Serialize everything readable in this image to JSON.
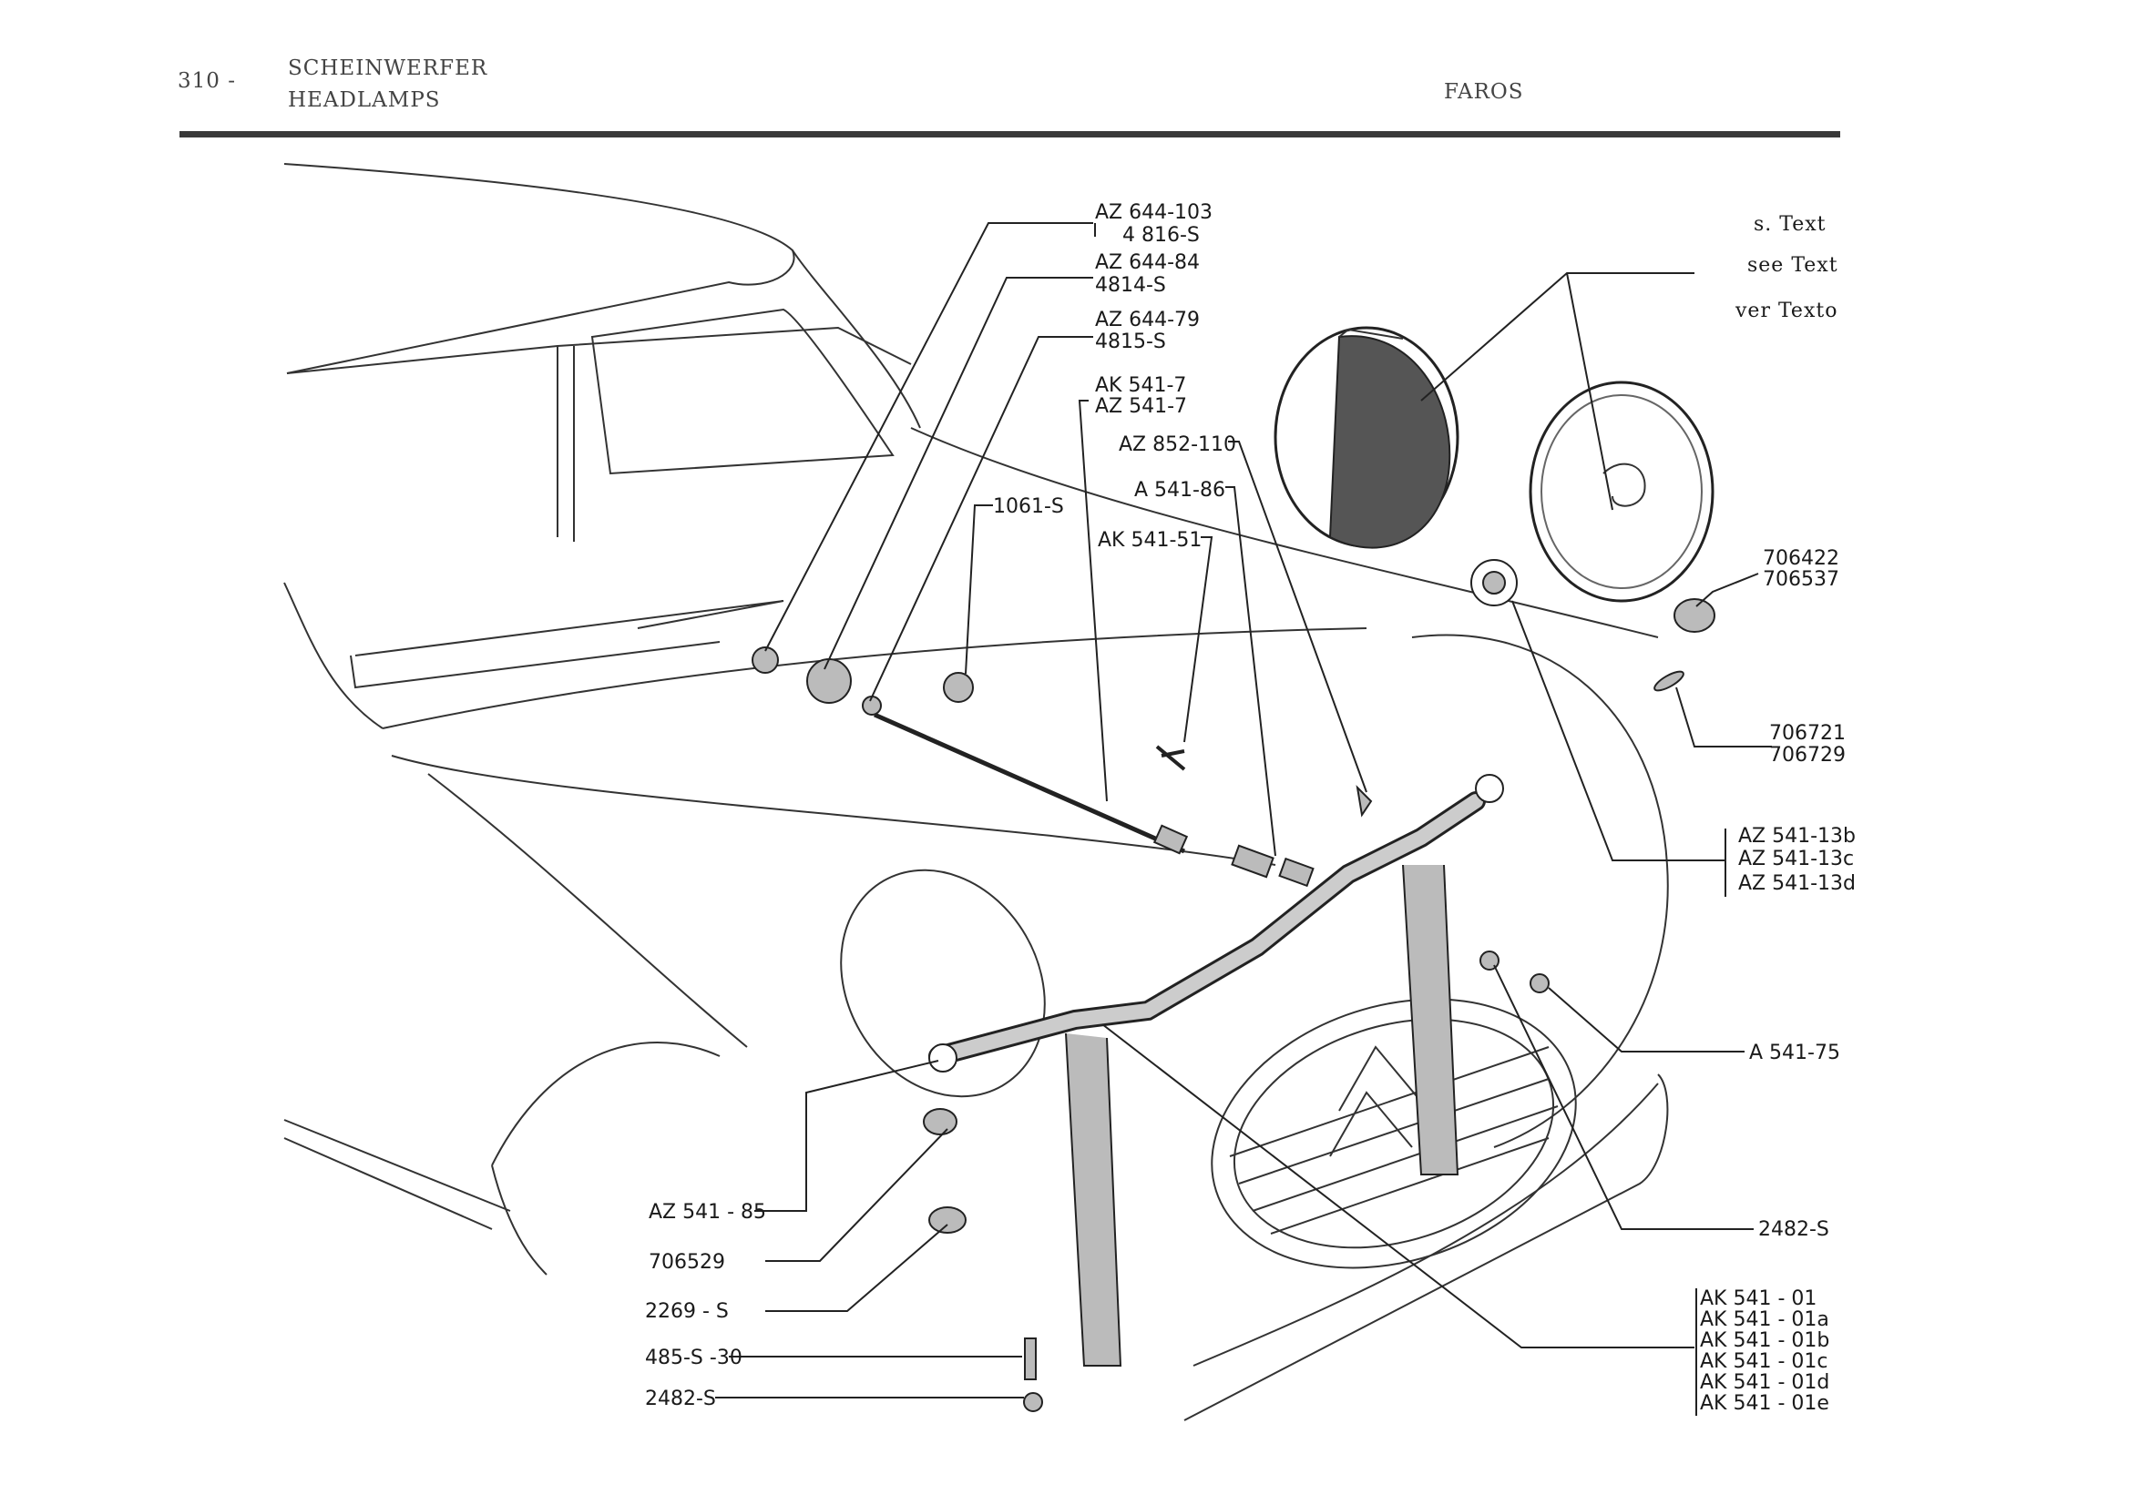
{
  "header": {
    "page_number": "310 -",
    "title_de": "SCHEINWERFER",
    "title_en": "HEADLAMPS",
    "title_es": "FAROS"
  },
  "notes": {
    "line1": "s. Text",
    "line2": "see Text",
    "line3": "ver Texto"
  },
  "labels": {
    "az644_103": "AZ 644-103",
    "n4816s": "4 816-S",
    "az644_84": "AZ 644-84",
    "n4814s": "4814-S",
    "az644_79": "AZ 644-79",
    "n4815s": "4815-S",
    "ak541_7": "AK 541-7",
    "az541_7": "AZ 541-7",
    "az852_110": "AZ 852-110",
    "a541_86": "A 541-86",
    "n1061s": "1061-S",
    "ak541_51": "AK 541-51",
    "n706422": "706422",
    "n706537": "706537",
    "n706721": "706721",
    "n706729": "706729",
    "az541_13b": "AZ 541-13b",
    "az541_13c": "AZ 541-13c",
    "az541_13d": "AZ 541-13d",
    "a541_75": "A 541-75",
    "n2482s_right": "2482-S",
    "ak541_01": "AK 541 - 01",
    "ak541_01a": "AK 541 - 01a",
    "ak541_01b": "AK 541 - 01b",
    "ak541_01c": "AK 541 - 01c",
    "ak541_01d": "AK 541 - 01d",
    "ak541_01e": "AK 541 - 01e",
    "az541_85": "AZ 541 - 85",
    "n706529": "706529",
    "n2269s": "2269 - S",
    "n485s30": "485-S -30",
    "n2482s_left": "2482-S"
  }
}
